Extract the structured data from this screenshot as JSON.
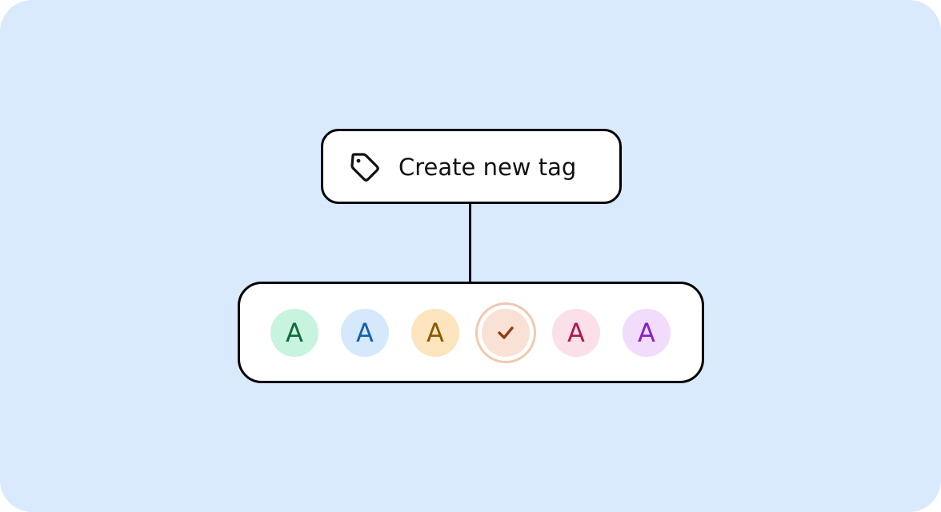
{
  "background_color": "#d8eafc",
  "tag_button": {
    "label": "Create new tag",
    "icon": "tag-icon"
  },
  "color_options": [
    {
      "name": "green",
      "letter": "A",
      "bg": "#c8f3de",
      "fg": "#0f6b3c",
      "selected": false
    },
    {
      "name": "blue",
      "letter": "A",
      "bg": "#d6e8fb",
      "fg": "#1360b3",
      "selected": false
    },
    {
      "name": "amber",
      "letter": "A",
      "bg": "#fbe4be",
      "fg": "#8a5a00",
      "selected": false
    },
    {
      "name": "orange",
      "letter": "",
      "bg": "#f9e1d6",
      "fg": "#8f3e14",
      "selected": true,
      "icon": "check-icon"
    },
    {
      "name": "pink",
      "letter": "A",
      "bg": "#fbe0ea",
      "fg": "#b0184d",
      "selected": false
    },
    {
      "name": "purple",
      "letter": "A",
      "bg": "#f1dcfb",
      "fg": "#8a1fc8",
      "selected": false
    }
  ]
}
